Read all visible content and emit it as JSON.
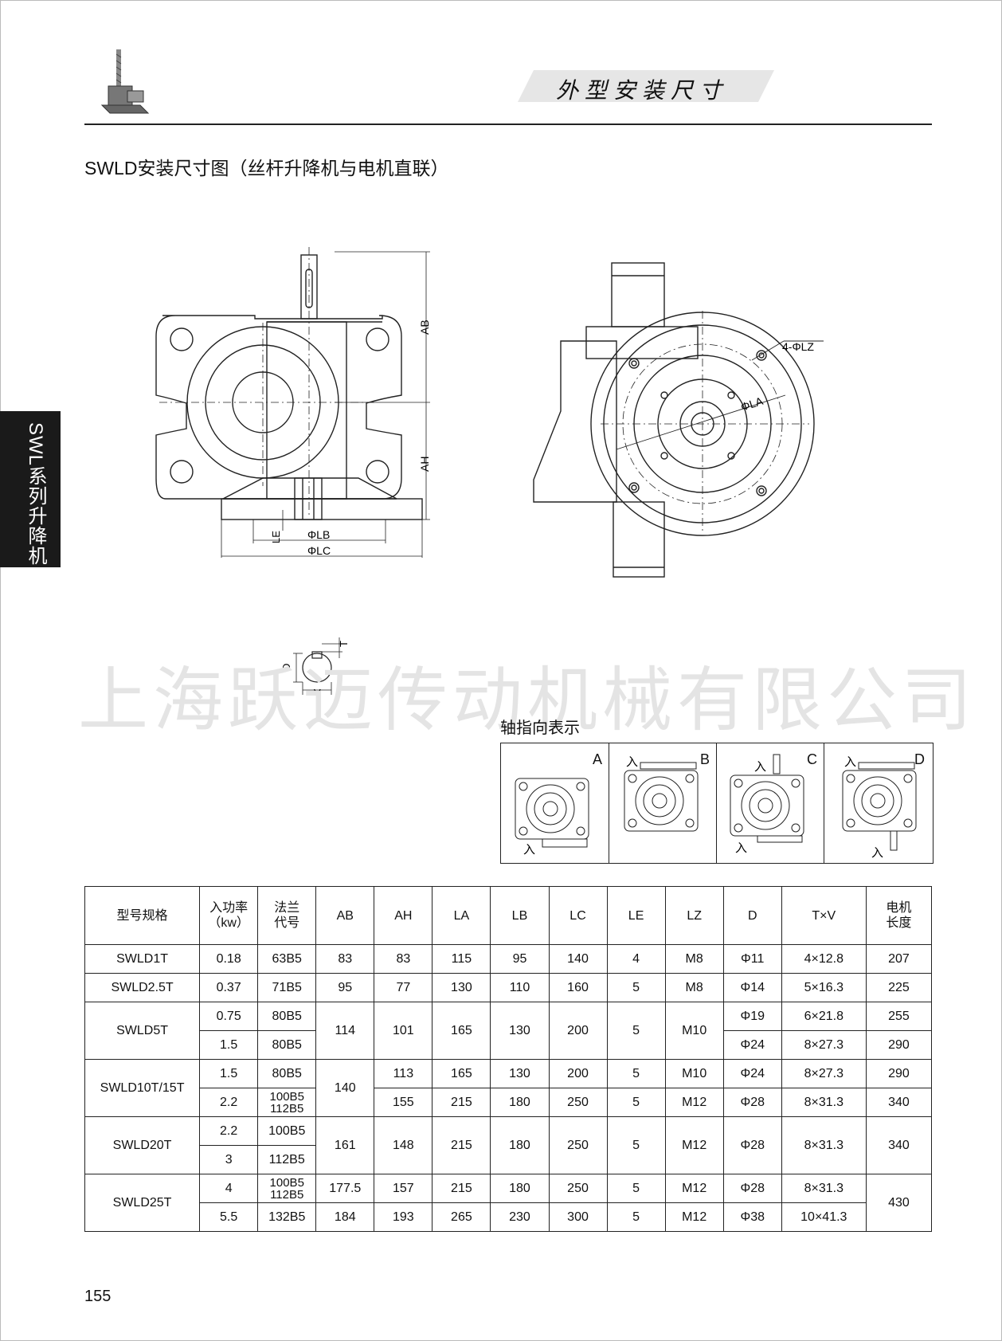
{
  "header": {
    "banner_title": "外型安装尺寸",
    "section_title": "SWLD安装尺寸图（丝杆升降机与电机直联）",
    "side_tab": "SWL系列升降机",
    "page_number": "155"
  },
  "watermark": "上海跃迈传动机械有限公司",
  "drawing_labels": {
    "ab": "AB",
    "ah": "AH",
    "le": "LE",
    "lb": "ΦLB",
    "lc": "ΦLC",
    "lz": "4-ΦLZ",
    "la": "ΦLA",
    "d": "D",
    "t": "T",
    "v": "V"
  },
  "shaft_direction": {
    "title": "轴指向表示",
    "input_label": "入",
    "cells": [
      "A",
      "B",
      "C",
      "D"
    ]
  },
  "table": {
    "headers": [
      "型号规格",
      "入功率（kw）",
      "法兰代号",
      "AB",
      "AH",
      "LA",
      "LB",
      "LC",
      "LE",
      "LZ",
      "D",
      "T×V",
      "电机长度"
    ],
    "header_lines": {
      "power": [
        "入功率",
        "（kw）"
      ],
      "flange": [
        "法兰",
        "代号"
      ],
      "motor": [
        "电机",
        "长度"
      ]
    },
    "rows": [
      {
        "model": "SWLD1T",
        "power": "0.18",
        "flange": "63B5",
        "ab": "83",
        "ah": "83",
        "la": "115",
        "lb": "95",
        "lc": "140",
        "le": "4",
        "lz": "M8",
        "d": "Φ11",
        "tv": "4×12.8",
        "ml": "207"
      },
      {
        "model": "SWLD2.5T",
        "power": "0.37",
        "flange": "71B5",
        "ab": "95",
        "ah": "77",
        "la": "130",
        "lb": "110",
        "lc": "160",
        "le": "5",
        "lz": "M8",
        "d": "Φ14",
        "tv": "5×16.3",
        "ml": "225"
      },
      {
        "model": "SWLD5T",
        "power": "0.75",
        "flange": "80B5",
        "ab": "114",
        "ah": "101",
        "la": "165",
        "lb": "130",
        "lc": "200",
        "le": "5",
        "lz": "M10",
        "d": "Φ19",
        "tv": "6×21.8",
        "ml": "255"
      },
      {
        "power": "1.5",
        "flange": "80B5",
        "d": "Φ24",
        "tv": "8×27.3",
        "ml": "290"
      },
      {
        "model": "SWLD10T/15T",
        "power": "1.5",
        "flange": "80B5",
        "ab": "140",
        "ah": "113",
        "la": "165",
        "lb": "130",
        "lc": "200",
        "le": "5",
        "lz": "M10",
        "d": "Φ24",
        "tv": "8×27.3",
        "ml": "290"
      },
      {
        "power": "2.2",
        "flange": [
          "100B5",
          "112B5"
        ],
        "ah": "155",
        "la": "215",
        "lb": "180",
        "lc": "250",
        "le": "5",
        "lz": "M12",
        "d": "Φ28",
        "tv": "8×31.3",
        "ml": "340"
      },
      {
        "model": "SWLD20T",
        "power": "2.2",
        "flange": "100B5",
        "ab": "161",
        "ah": "148",
        "la": "215",
        "lb": "180",
        "lc": "250",
        "le": "5",
        "lz": "M12",
        "d": "Φ28",
        "tv": "8×31.3",
        "ml": "340"
      },
      {
        "power": "3",
        "flange": "112B5"
      },
      {
        "model": "SWLD25T",
        "power": "4",
        "flange": [
          "100B5",
          "112B5"
        ],
        "ab": "177.5",
        "ah": "157",
        "la": "215",
        "lb": "180",
        "lc": "250",
        "le": "5",
        "lz": "M12",
        "d": "Φ28",
        "tv": "8×31.3",
        "ml": "430"
      },
      {
        "power": "5.5",
        "flange": "132B5",
        "ab": "184",
        "ah": "193",
        "la": "265",
        "lb": "230",
        "lc": "300",
        "le": "5",
        "lz": "M12",
        "d": "Φ38",
        "tv": "10×41.3"
      }
    ]
  }
}
